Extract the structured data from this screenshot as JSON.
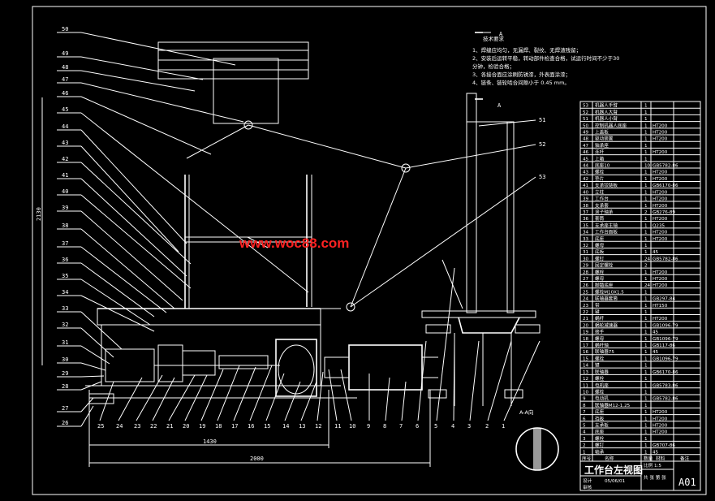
{
  "callouts": {
    "left": [
      "50",
      "49",
      "48",
      "47",
      "46",
      "45",
      "44",
      "43",
      "42",
      "41",
      "40",
      "39",
      "38",
      "37",
      "36",
      "35",
      "34",
      "33",
      "32",
      "31",
      "30",
      "29",
      "28",
      "27",
      "26"
    ],
    "bottom": [
      "25",
      "24",
      "23",
      "22",
      "21",
      "20",
      "19",
      "18",
      "17",
      "16",
      "15",
      "14",
      "13",
      "12",
      "11",
      "10",
      "9",
      "8",
      "7",
      "6",
      "5",
      "4",
      "3",
      "2",
      "1"
    ],
    "right": [
      "51",
      "52",
      "53"
    ]
  },
  "dimensions": {
    "height": "2130",
    "span_1430": "1430",
    "span_2000": "2000"
  },
  "section_marks": {
    "a_upper": "A",
    "a_lower": "A",
    "view_label": "A-A向"
  },
  "watermark": "www.woc88.com",
  "tech_req": {
    "heading": "技术要求",
    "items": [
      "1、焊缝应均匀，无漏焊、裂纹、无焊渣残留；",
      "2、安装后运转平稳，转动部件检查合格，试运行时间不少于30",
      "   分钟，检验合格；",
      "3、各接合面应涂刷防锈漆，外表面涂漆；",
      "4、链条、链轮啮合间隙小于 0.45 mm。"
    ]
  },
  "bom": {
    "rows": [
      [
        "53",
        "机器人手臂",
        "1",
        ""
      ],
      [
        "52",
        "机器人大臂",
        "1",
        ""
      ],
      [
        "51",
        "机器人小臂",
        "1",
        ""
      ],
      [
        "50",
        "控制机器人底座",
        "1",
        "HT200"
      ],
      [
        "49",
        "上盖板",
        "1",
        "HT200"
      ],
      [
        "48",
        "驱动装置",
        "1",
        "HT200"
      ],
      [
        "47",
        "轴承座",
        "1",
        ""
      ],
      [
        "46",
        "连杆",
        "1",
        "HT200"
      ],
      [
        "45",
        "上箱",
        "1",
        ""
      ],
      [
        "44",
        "底座10",
        "10",
        "GB5782-86"
      ],
      [
        "43",
        "螺栓",
        "1",
        "HT200"
      ],
      [
        "42",
        "垫片",
        "1",
        "HT200"
      ],
      [
        "41",
        "支承铰链板",
        "1",
        "GB6170-86"
      ],
      [
        "40",
        "立柱",
        "1",
        "HT200"
      ],
      [
        "39",
        "工作台",
        "1",
        "HT200"
      ],
      [
        "38",
        "支承套",
        "1",
        "HT200"
      ],
      [
        "37",
        "滚子轴承",
        "2",
        "GB276-89"
      ],
      [
        "36",
        "套筒",
        "1",
        "HT200"
      ],
      [
        "35",
        "支承座主轴",
        "1",
        "Q235"
      ],
      [
        "34",
        "工作台面板",
        "1",
        "HT200"
      ],
      [
        "33",
        "底座",
        "1",
        "HT200"
      ],
      [
        "32",
        "螺母",
        "1",
        ""
      ],
      [
        "31",
        "底板",
        "1",
        "45"
      ],
      [
        "30",
        "螺钉",
        "24",
        "GB5782-86"
      ],
      [
        "29",
        "固定螺栓",
        "2",
        ""
      ],
      [
        "28",
        "螺栓",
        "1",
        "HT200"
      ],
      [
        "27",
        "螺母",
        "1",
        "HT200"
      ],
      [
        "26",
        "脚踏底座",
        "24",
        "HT200"
      ],
      [
        "25",
        "螺栓M10X1.5",
        "1",
        ""
      ],
      [
        "24",
        "联轴器套筒",
        "1",
        "GB297-84"
      ],
      [
        "23",
        "带",
        "1",
        "HT150"
      ],
      [
        "22",
        "键",
        "1",
        ""
      ],
      [
        "21",
        "蜗杆",
        "1",
        "HT200"
      ],
      [
        "20",
        "蜗轮减速器",
        "1",
        "GB1096-79"
      ],
      [
        "19",
        "接手",
        "1",
        "45"
      ],
      [
        "18",
        "螺母",
        "1",
        "GB1096-79"
      ],
      [
        "17",
        "蜗杆轴",
        "1",
        "GB117-86"
      ],
      [
        "16",
        "联轴器75",
        "1",
        "45"
      ],
      [
        "15",
        "螺栓",
        "1",
        "GB1096-79"
      ],
      [
        "14",
        "键",
        "1",
        ""
      ],
      [
        "13",
        "联轴器",
        "1",
        "GB6170-86"
      ],
      [
        "12",
        "螺栓",
        "1",
        ""
      ],
      [
        "11",
        "电机座",
        "1",
        "GB5783-86"
      ],
      [
        "10",
        "螺栓",
        "1",
        ""
      ],
      [
        "9",
        "电动机",
        "1",
        "GB5782-86"
      ],
      [
        "8",
        "联轴器M12-1.25",
        "1",
        ""
      ],
      [
        "7",
        "底座",
        "1",
        "HT200"
      ],
      [
        "6",
        "挡板",
        "1",
        "HT200"
      ],
      [
        "5",
        "支承板",
        "1",
        "HT200"
      ],
      [
        "4",
        "底座",
        "1",
        "HT200"
      ],
      [
        "3",
        "螺栓",
        "1",
        ""
      ],
      [
        "2",
        "螺钉",
        "1",
        "GB707-86"
      ],
      [
        "1",
        "轴承",
        "1",
        "45"
      ]
    ],
    "header": [
      "序号",
      "名称",
      "数量",
      "材料",
      "备注"
    ]
  },
  "title_block": {
    "title": "工作台左视图",
    "drawing_no": "A01",
    "scale": "比例 1:5",
    "sheet": "共 张 第 张",
    "designer": "设计",
    "checker": "审核",
    "date": "05/06/01"
  }
}
